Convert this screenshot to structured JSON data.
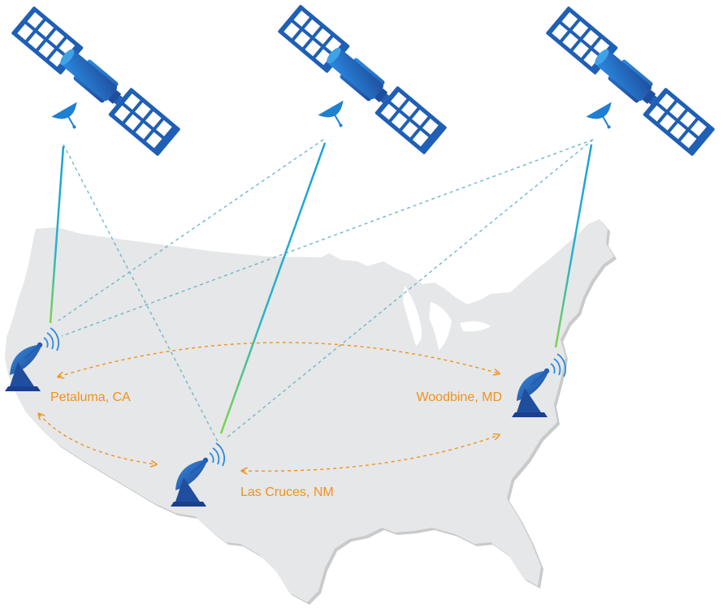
{
  "colors": {
    "map_fill": "#e6e7e8",
    "map_shadow": "#c9cacb",
    "satellite_dark": "#1f4e9e",
    "satellite_mid": "#1f7fd1",
    "satellite_light": "#3fa2e6",
    "link_solid_start": "#1aa0d8",
    "link_solid_end": "#7fd44a",
    "link_dashed": "#6fb7c9",
    "ground_link": "#f0921e",
    "label": "#f0921e",
    "dish": "#1f5fb5"
  },
  "satellites": [
    {
      "name": "satellite-left",
      "icon": "satellite-icon"
    },
    {
      "name": "satellite-center",
      "icon": "satellite-icon"
    },
    {
      "name": "satellite-right",
      "icon": "satellite-icon"
    }
  ],
  "ground_stations": [
    {
      "label": "Petaluma, CA",
      "icon": "satellite-dish-icon"
    },
    {
      "label": "Las Cruces, NM",
      "icon": "satellite-dish-icon"
    },
    {
      "label": "Woodbine, MD",
      "icon": "satellite-dish-icon"
    }
  ]
}
